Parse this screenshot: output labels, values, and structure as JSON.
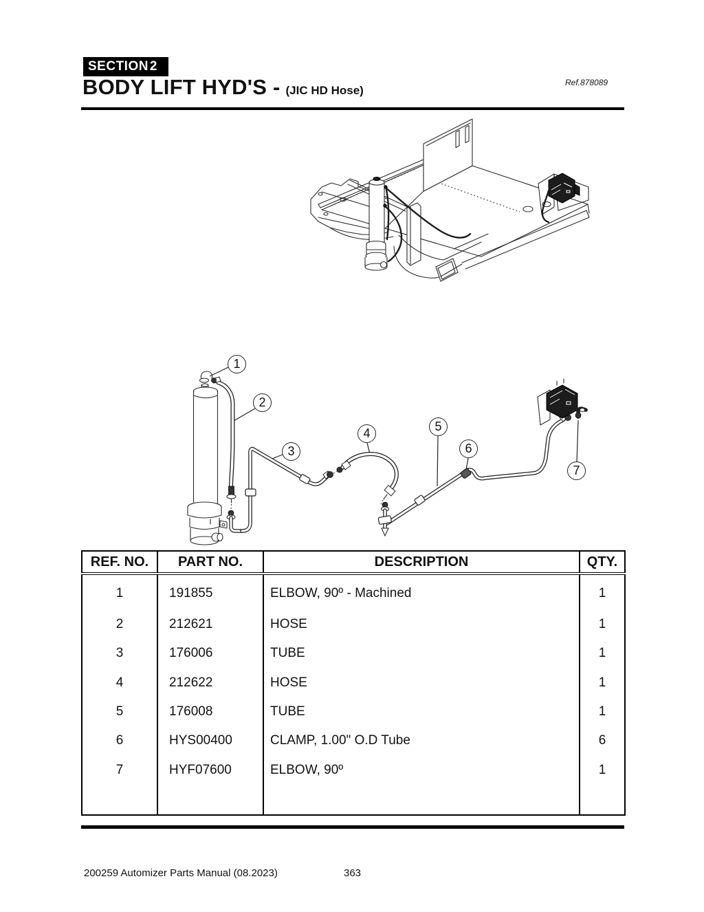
{
  "header": {
    "section_label": "SECTION",
    "section_number": "2",
    "title": "BODY LIFT HYD'S -",
    "subtitle": "(JIC HD Hose)",
    "ref": "Ref.878089"
  },
  "figure": {
    "callouts": [
      {
        "n": "1"
      },
      {
        "n": "2"
      },
      {
        "n": "3"
      },
      {
        "n": "4"
      },
      {
        "n": "5"
      },
      {
        "n": "6"
      },
      {
        "n": "7"
      }
    ]
  },
  "table": {
    "headers": [
      "REF. NO.",
      "PART NO.",
      "DESCRIPTION",
      "QTY."
    ],
    "rows": [
      {
        "ref": "1",
        "part": "191855",
        "desc": "ELBOW, 90º - Machined",
        "qty": "1"
      },
      {
        "ref": "2",
        "part": "212621",
        "desc": "HOSE",
        "qty": "1"
      },
      {
        "ref": "3",
        "part": "176006",
        "desc": "TUBE",
        "qty": "1"
      },
      {
        "ref": "4",
        "part": "212622",
        "desc": "HOSE",
        "qty": "1"
      },
      {
        "ref": "5",
        "part": "176008",
        "desc": "TUBE",
        "qty": "1"
      },
      {
        "ref": "6",
        "part": "HYS00400",
        "desc": "CLAMP, 1.00\" O.D Tube",
        "qty": "6"
      },
      {
        "ref": "7",
        "part": "HYF07600",
        "desc": "ELBOW, 90º",
        "qty": "1"
      }
    ]
  },
  "footer": {
    "manual": "200259 Automizer Parts Manual (08.2023)",
    "page": "363"
  }
}
